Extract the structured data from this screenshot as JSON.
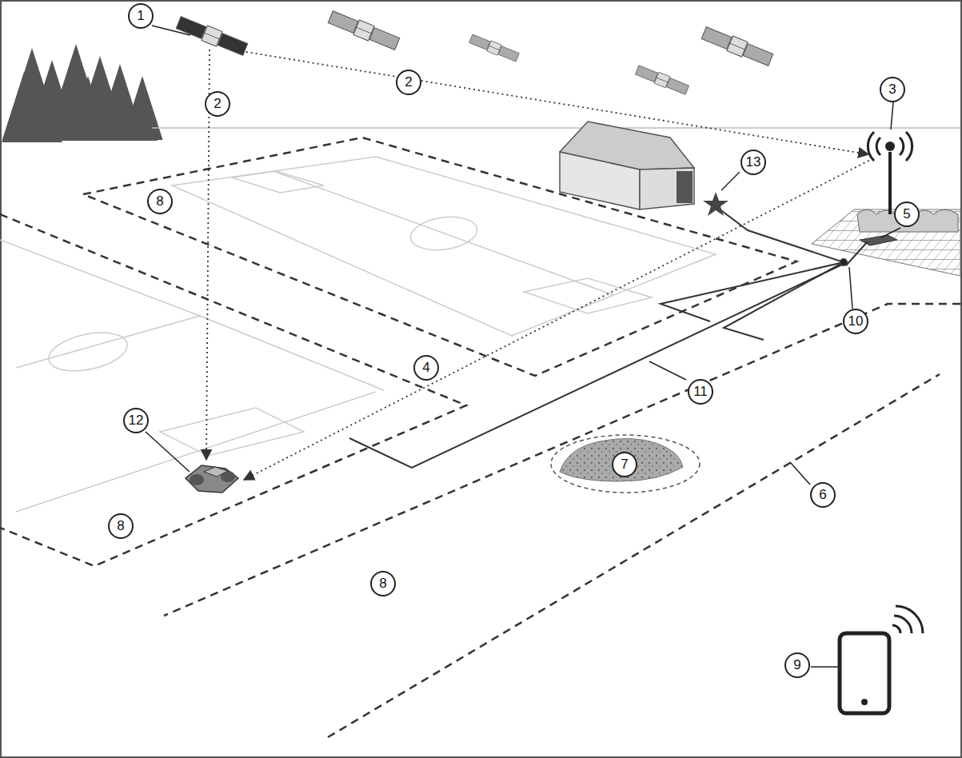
{
  "diagram": {
    "labels": [
      "1",
      "2",
      "2",
      "3",
      "8",
      "13",
      "5",
      "10",
      "4",
      "11",
      "12",
      "7",
      "6",
      "8",
      "8",
      "9"
    ]
  }
}
